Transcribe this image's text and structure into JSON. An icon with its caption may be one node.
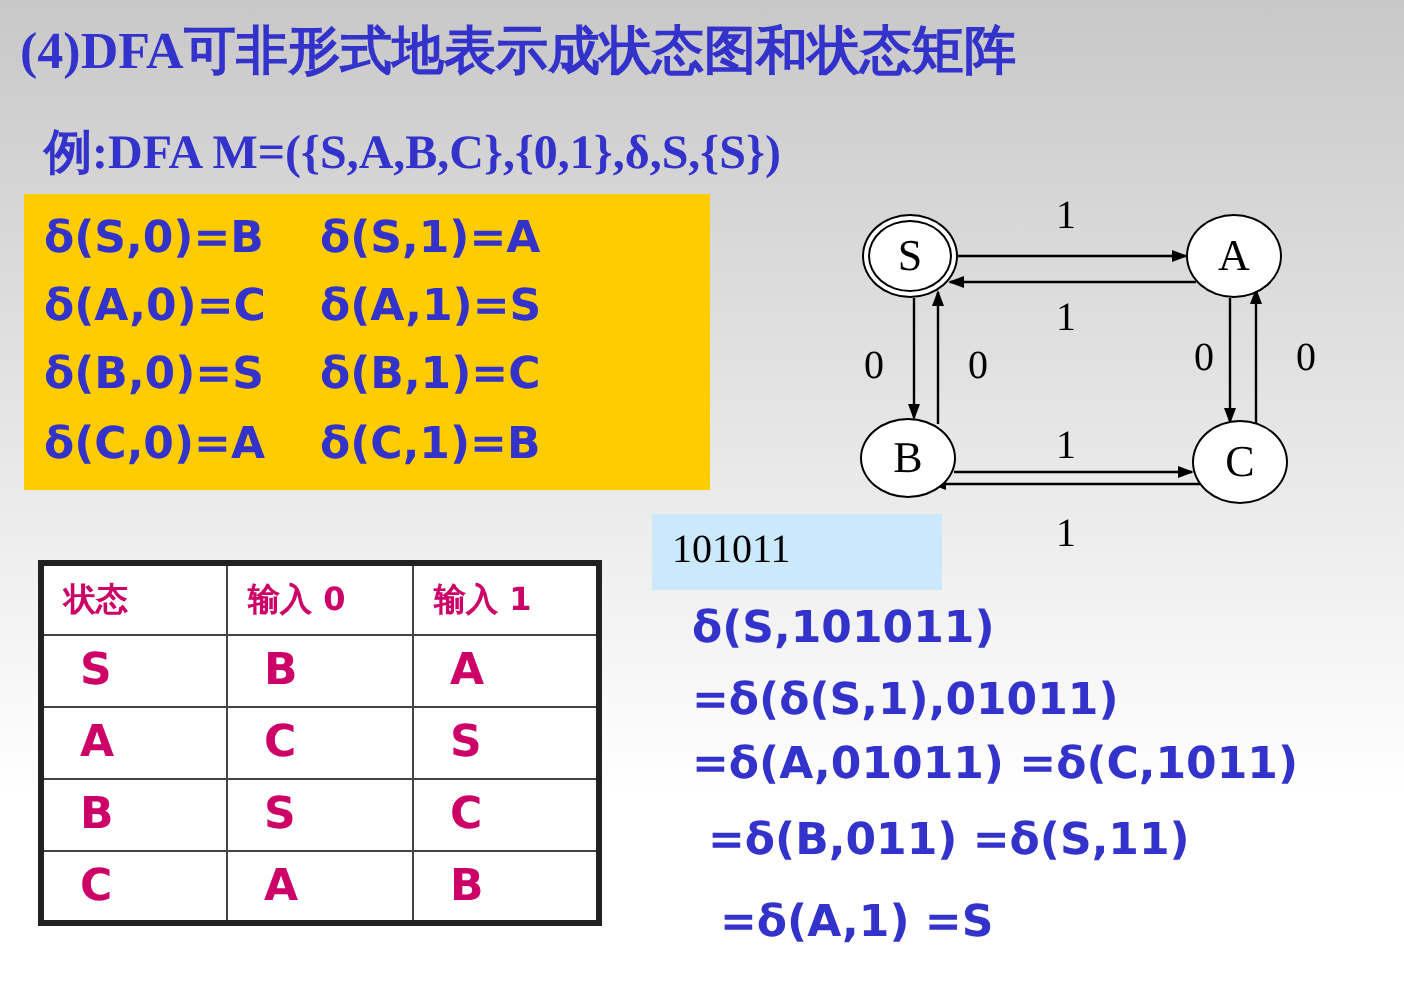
{
  "diagram": {
    "title": "(4)DFA可非形式地表示成状态图和状态矩阵",
    "nodes": [
      {
        "text": [
          "S"
        ]
      },
      {
        "text": [
          "A"
        ]
      },
      {
        "text": [
          "B"
        ]
      },
      {
        "text": [
          "C"
        ]
      }
    ],
    "edges": [
      {
        "from": 0,
        "to": 1,
        "arrow": "to",
        "label": "1"
      },
      {
        "from": 1,
        "to": 0,
        "arrow": "to",
        "label": "1"
      },
      {
        "from": 0,
        "to": 2,
        "arrow": "to",
        "label": "0"
      },
      {
        "from": 2,
        "to": 0,
        "arrow": "to",
        "label": "0"
      },
      {
        "from": 1,
        "to": 3,
        "arrow": "to",
        "label": "0"
      },
      {
        "from": 3,
        "to": 1,
        "arrow": "to",
        "label": "0"
      },
      {
        "from": 2,
        "to": 3,
        "arrow": "to",
        "label": "1"
      },
      {
        "from": 3,
        "to": 2,
        "arrow": "to",
        "label": "1"
      }
    ],
    "labels": [
      "例:DFA M=({S,A,B,C},{0,1},δ,S,{S})",
      "δ(S,0)=B",
      "δ(S,1)=A",
      "δ(A,0)=C",
      "δ(A,1)=S",
      "δ(B,0)=S",
      "δ(B,1)=C",
      "δ(C,0)=A",
      "δ(C,1)=B",
      "状态",
      "输入 0",
      "输入 1",
      "S",
      "B",
      "A",
      "A",
      "C",
      "S",
      "B",
      "S",
      "C",
      "C",
      "A",
      "B",
      "101011",
      "δ(S,101011)",
      "=δ(δ(S,1),01011)",
      "=δ(A,01011) =δ(C,1011)",
      "=δ(B,011) =δ(S,11)",
      "=δ(A,1) =S"
    ]
  }
}
